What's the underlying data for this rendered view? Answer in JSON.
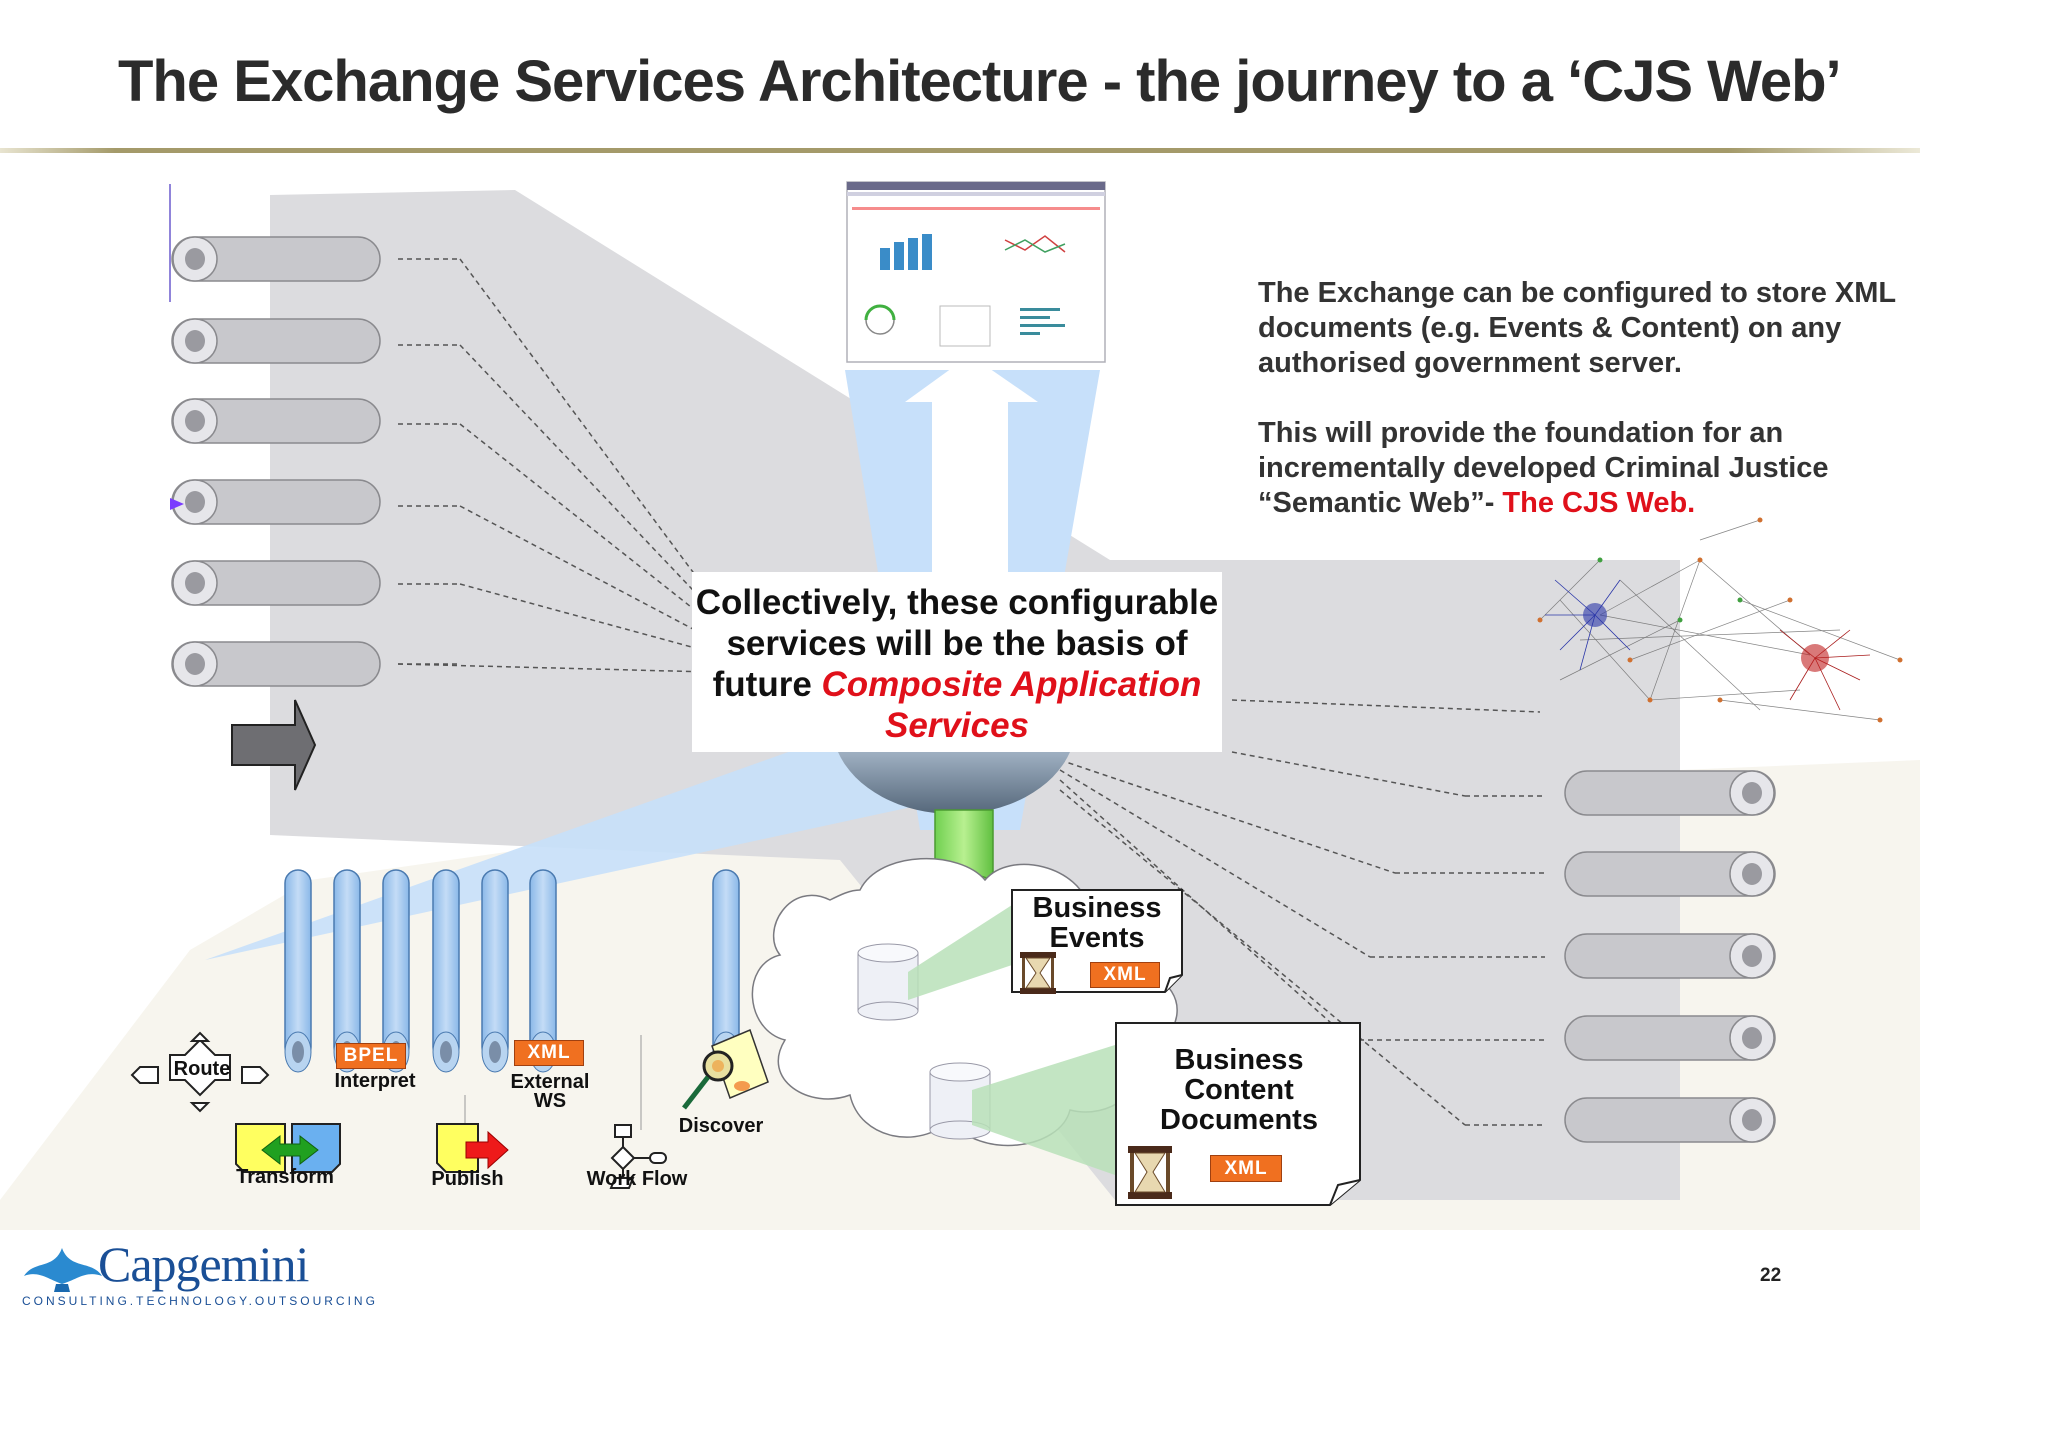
{
  "title": "The Exchange Services Architecture  - the journey to a ‘CJS Web’",
  "right_text": {
    "para1": "The Exchange can be configured to store XML documents (e.g. Events & Content) on any authorised government server.",
    "para2_prefix": "This will provide the foundation for an incrementally developed  Criminal Justice “Semantic Web”- ",
    "para2_highlight": "The CJS Web."
  },
  "center_box": {
    "line_plain": "Collectively, these configurable services will be the basis of future ",
    "line_emphasis": "Composite Application Services"
  },
  "service_labels": {
    "route": "Route",
    "bpel_tag": "BPEL",
    "interpret": "Interpret",
    "xml_tag": "XML",
    "external_ws": "External WS",
    "discover": "Discover",
    "transform": "Transform",
    "publish": "Publish",
    "work_flow": "Work Flow"
  },
  "business_events": {
    "title": "Business Events",
    "tag": "XML"
  },
  "business_content": {
    "title": "Business Content Documents",
    "tag": "XML"
  },
  "logo": {
    "name": "Capgemini",
    "tagline": "CONSULTING.TECHNOLOGY.OUTSOURCING"
  },
  "page_number": "22",
  "colors": {
    "accent_red": "#e0101a",
    "pipe_blue": "#a9cdf2",
    "pipe_grey": "#c8c8cc",
    "xml_orange": "#f07020",
    "logo_blue": "#1a4f96"
  }
}
